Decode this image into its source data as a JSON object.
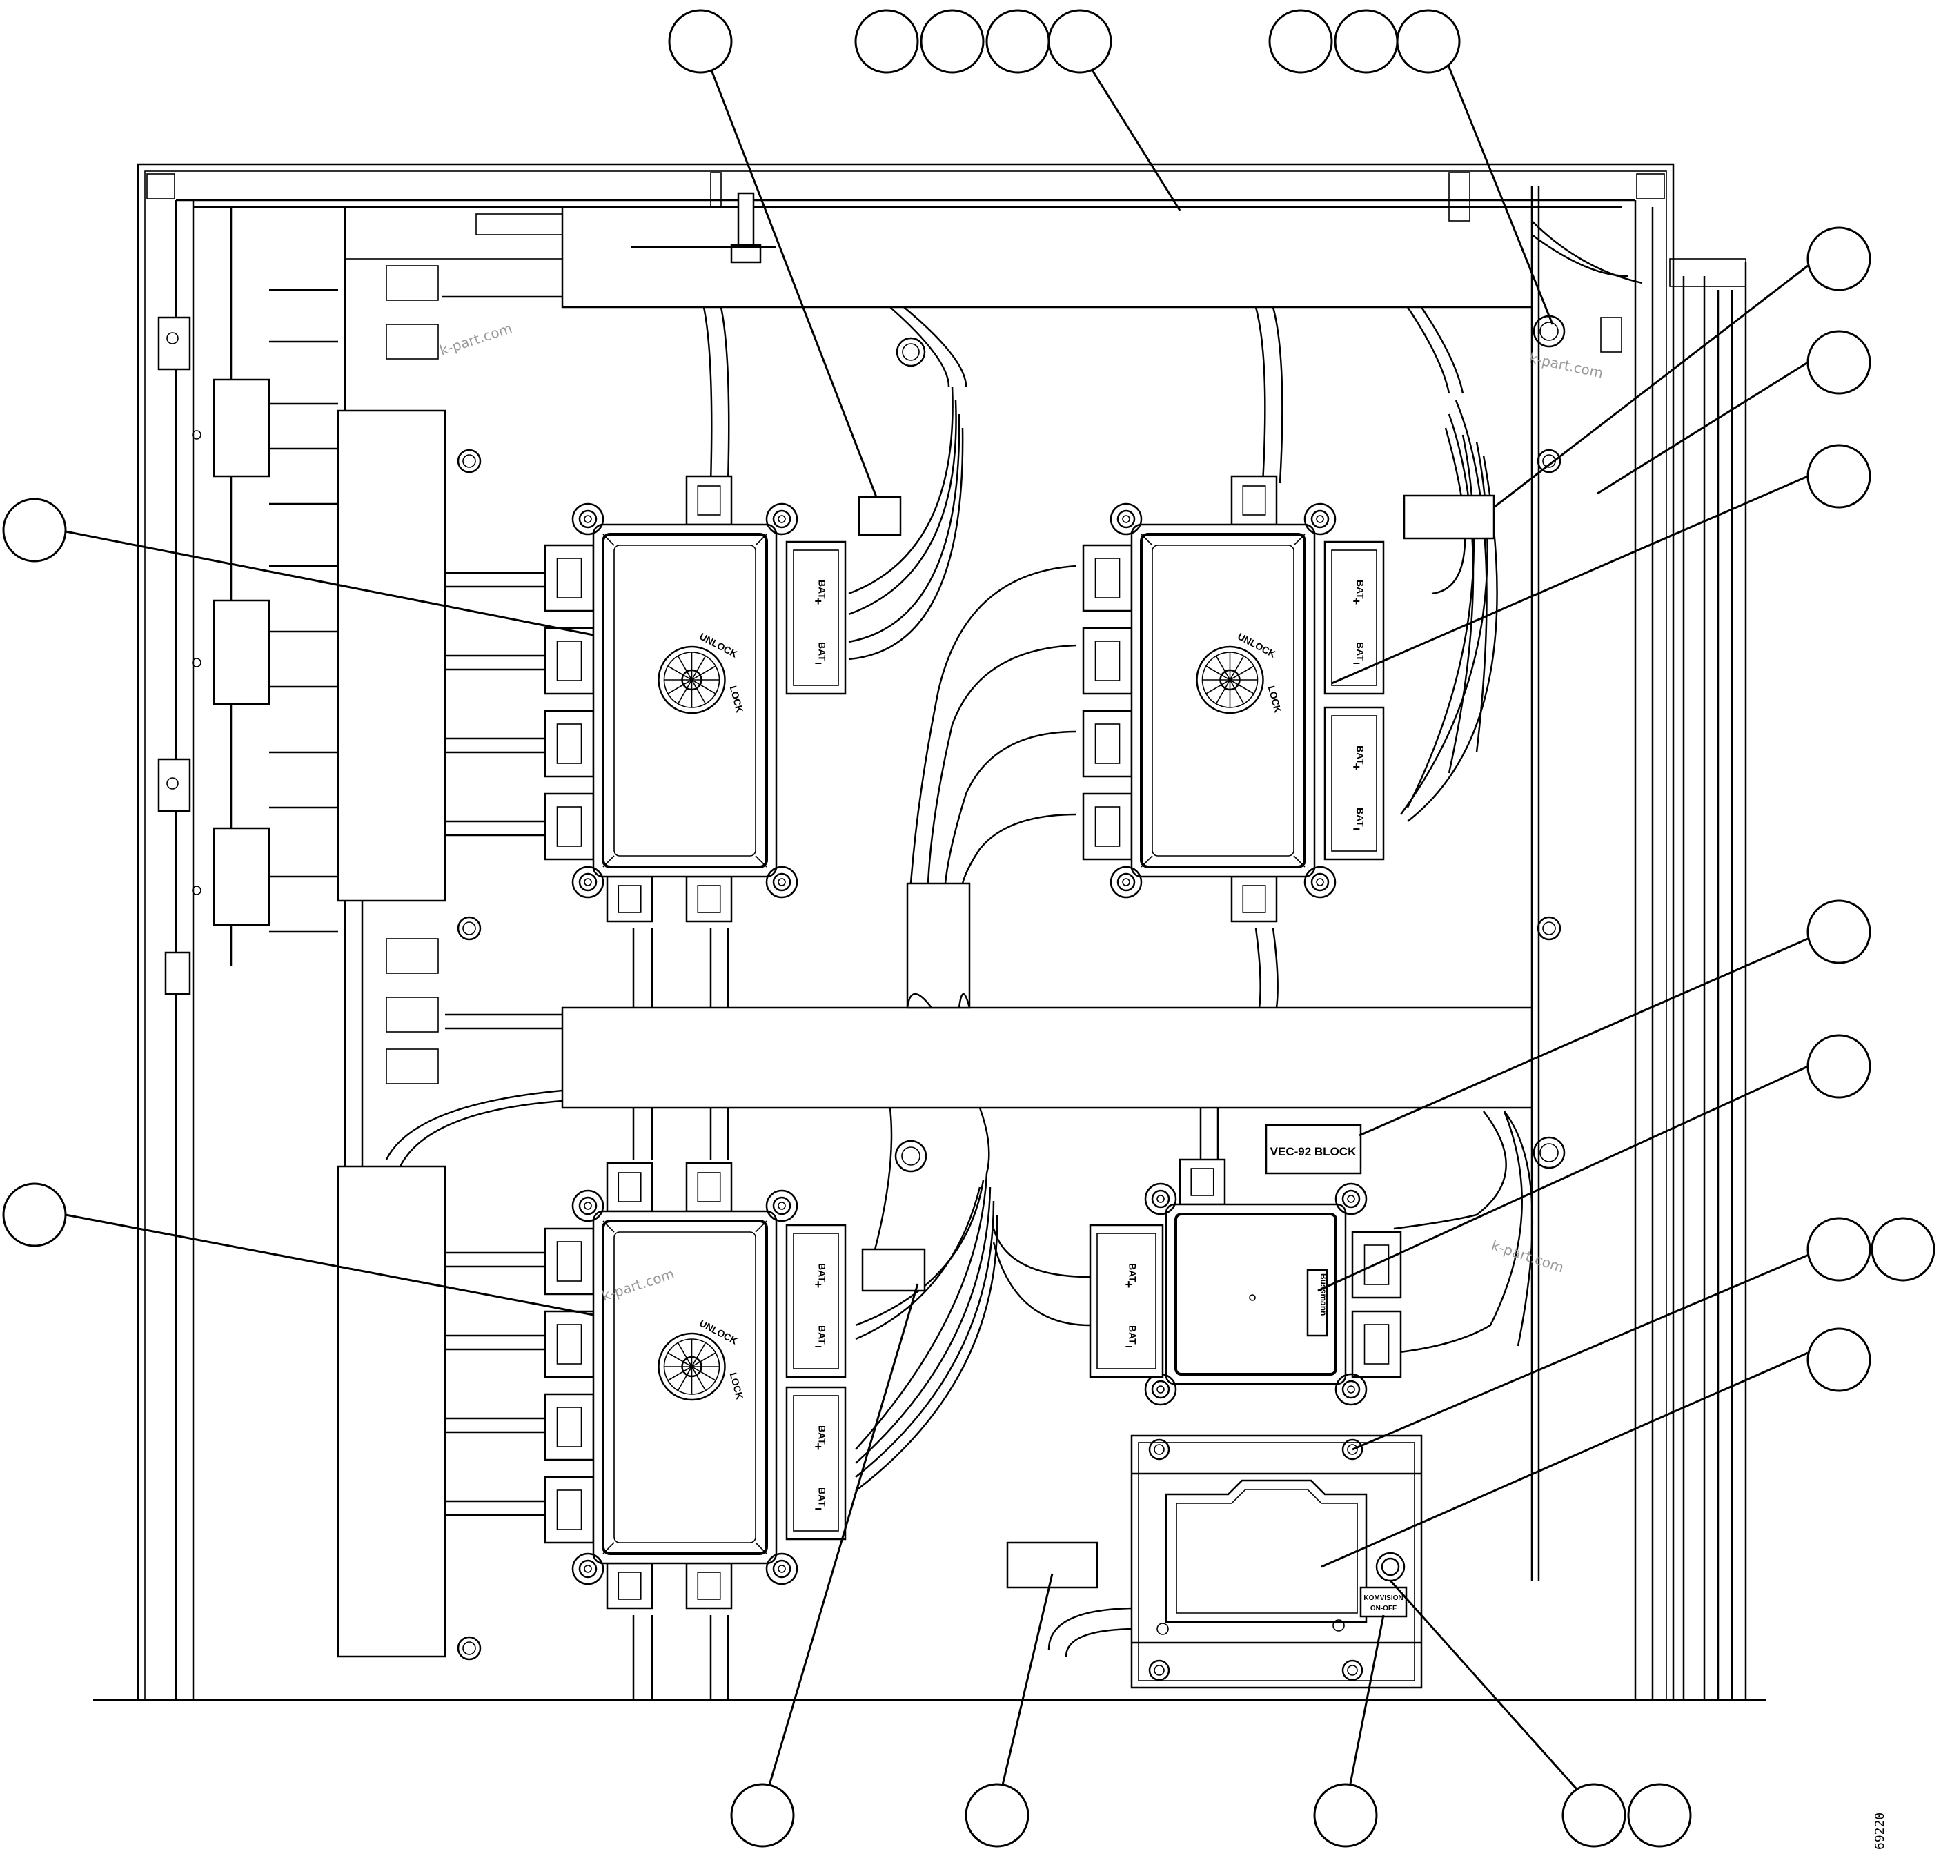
{
  "labels": {
    "vec_block": "VEC-92  BLOCK",
    "komvision_line1": "KOMVISION",
    "komvision_line2": "ON-OFF",
    "bat": "BAT",
    "plus": "+",
    "minus": "−",
    "unlock": "UNLOCK",
    "lock": "LOCK",
    "bussman": "Bussmann"
  },
  "watermark": "k-part.com",
  "drawing_number": "69220"
}
